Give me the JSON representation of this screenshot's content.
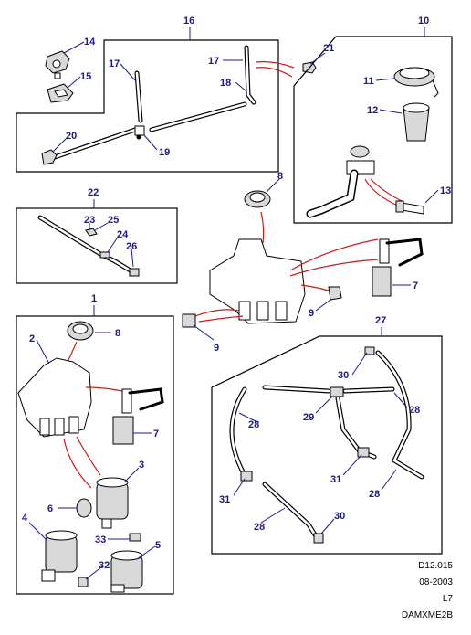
{
  "callouts": {
    "c1": "1",
    "c2": "2",
    "c3": "3",
    "c4": "4",
    "c5": "5",
    "c6": "6",
    "c7a": "7",
    "c7b": "7",
    "c8a": "8",
    "c8b": "8",
    "c9a": "9",
    "c9b": "9",
    "c10": "10",
    "c11": "11",
    "c12": "12",
    "c13": "13",
    "c14": "14",
    "c15": "15",
    "c16": "16",
    "c17a": "17",
    "c17b": "17",
    "c18": "18",
    "c19": "19",
    "c20": "20",
    "c21": "21",
    "c22": "22",
    "c23": "23",
    "c24": "24",
    "c25": "25",
    "c26": "26",
    "c27": "27",
    "c28a": "28",
    "c28b": "28",
    "c28c": "28",
    "c28d": "28",
    "c29": "29",
    "c30a": "30",
    "c30b": "30",
    "c31a": "31",
    "c31b": "31",
    "c32": "32",
    "c33": "33"
  },
  "footer": {
    "ref": "D12.015",
    "date": "08-2003",
    "page": "L7",
    "code": "DAMXME2B"
  }
}
